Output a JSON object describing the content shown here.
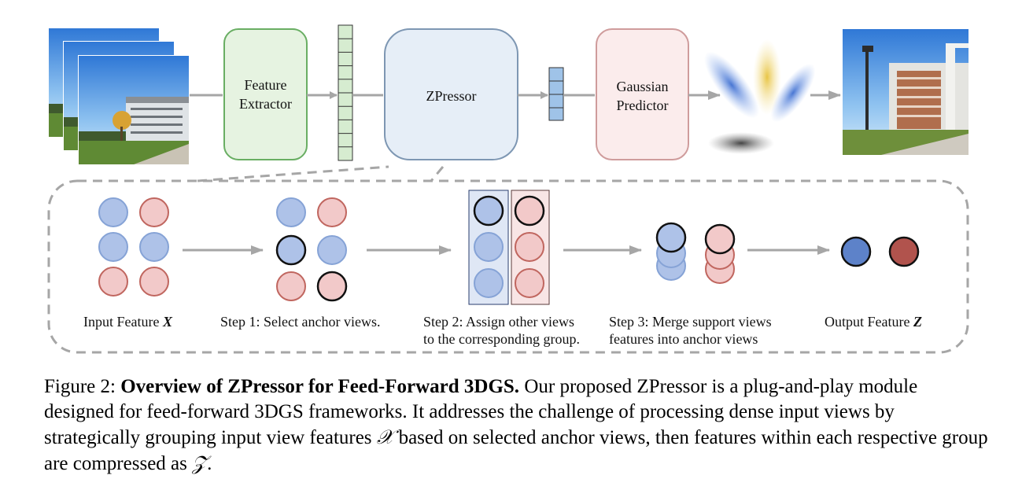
{
  "figure": {
    "boxes": {
      "feature_extractor": [
        "Feature",
        "Extractor"
      ],
      "zpressor": "ZPressor",
      "gaussian_predictor": [
        "Gaussian",
        "Predictor"
      ]
    },
    "steps": {
      "input": {
        "text": "Input Feature ",
        "symbol": "X"
      },
      "step1": "Step 1: Select anchor views.",
      "step2": [
        "Step 2: Assign other views",
        "to the corresponding group."
      ],
      "step3": [
        "Step 3: Merge support views",
        "features into anchor views"
      ],
      "output": {
        "text": "Output Feature ",
        "symbol": "Z"
      }
    },
    "colors": {
      "blue_fill": "#aec2e8",
      "blue_stroke": "#86a3d6",
      "red_fill": "#f2c9c9",
      "red_stroke": "#c0665f",
      "dark_blue": "#5d82c9",
      "dark_red": "#b1534d",
      "green_box": "#69ae63",
      "zpressor_box": "#7e97b3",
      "gaussian_box": "#cf9c9c"
    }
  },
  "caption": {
    "prefix": "Figure 2: ",
    "title": "Overview of ZPressor for Feed-Forward 3DGS.",
    "body_1": " Our proposed ZPressor is a plug-and-play module designed for feed-forward 3DGS frameworks. It addresses the challenge of processing dense input views by strategically grouping input view features ",
    "symbol_x": "𝒳",
    "body_2": " based on selected anchor views, then features within each respective group are compressed as ",
    "symbol_z": "𝒵",
    "body_3": "."
  }
}
